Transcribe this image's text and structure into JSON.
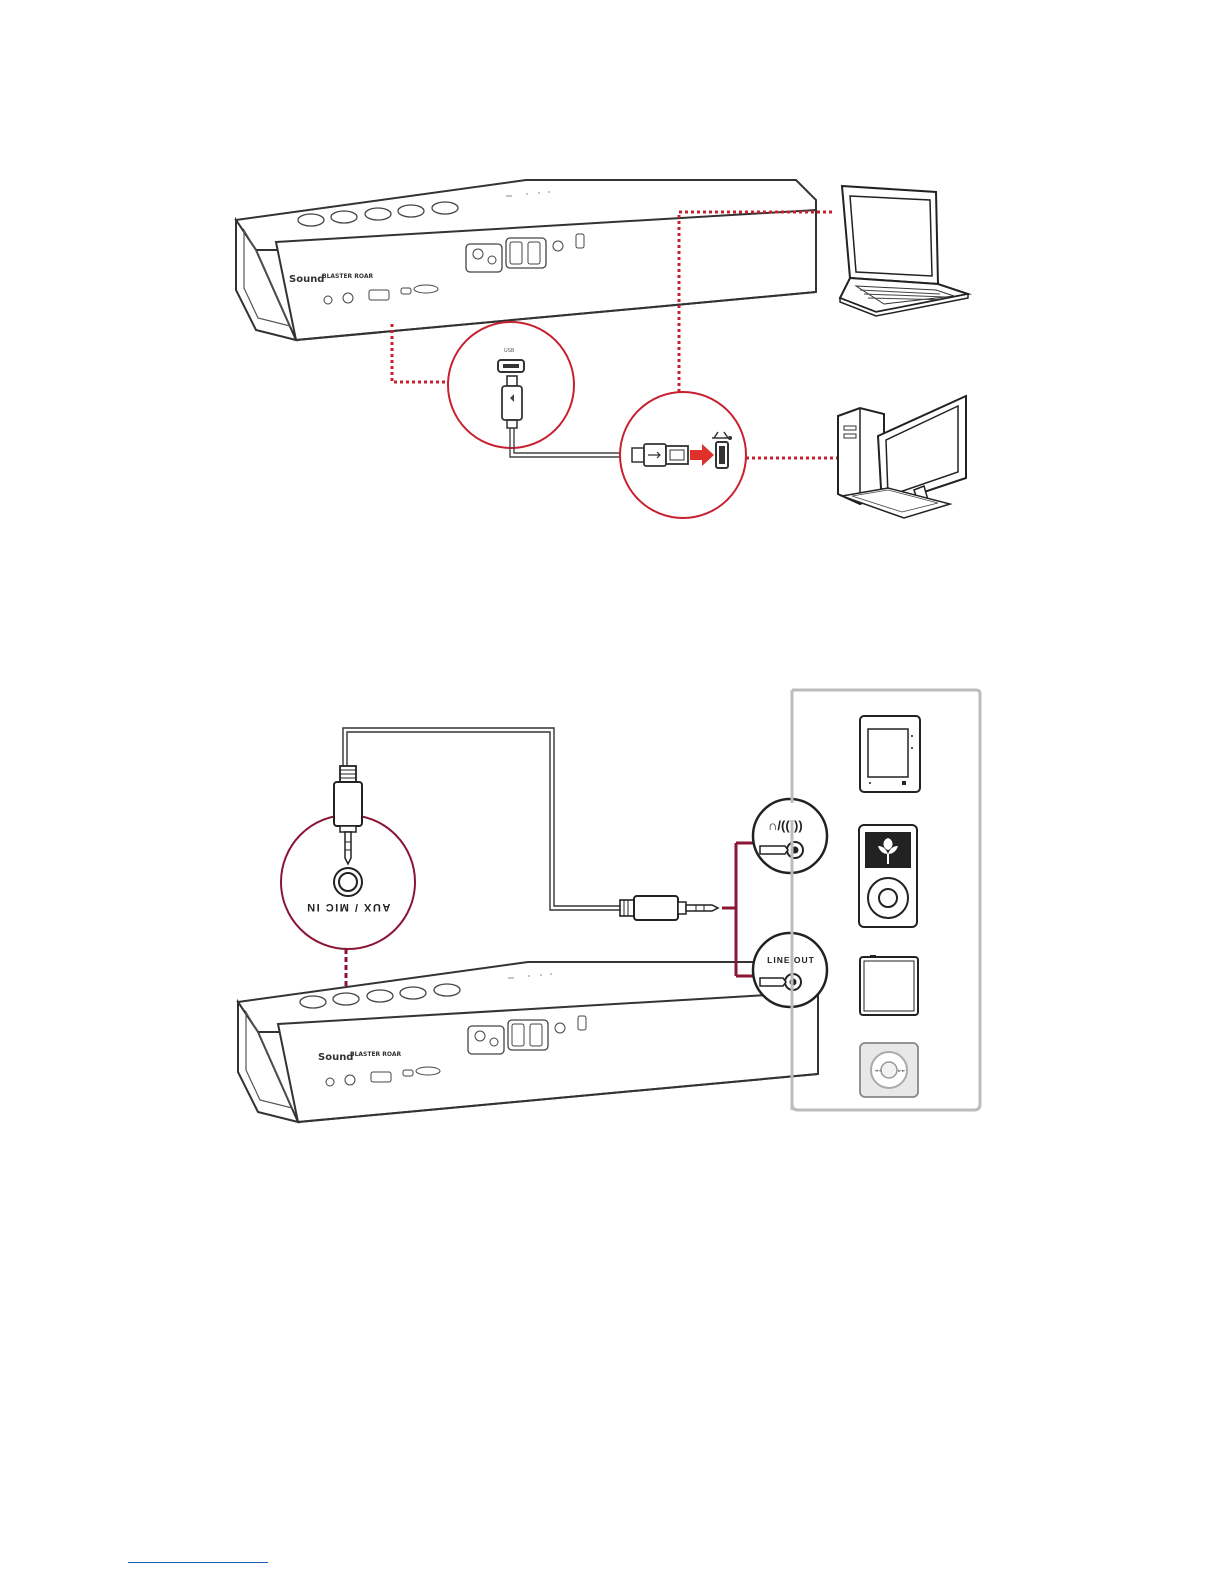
{
  "colors": {
    "accent_red": "#c8202f",
    "dark_red": "#8a1535",
    "line": "#333333",
    "panel_border": "#bcbcbc"
  },
  "diagram1": {
    "speaker": {
      "brand_main": "Sound",
      "brand_sub": "BLASTER ROAR"
    },
    "usb_callout": {
      "port_label": "USB",
      "icon": "micro-usb-port-icon"
    },
    "pc_callout": {
      "icon": "usb-symbol-icon"
    },
    "devices": [
      {
        "name": "laptop",
        "icon": "laptop-icon"
      },
      {
        "name": "desktop",
        "icon": "desktop-computer-icon"
      }
    ]
  },
  "diagram2": {
    "speaker": {
      "brand_main": "Sound",
      "brand_sub": "BLASTER ROAR"
    },
    "aux_callout": {
      "label": "AUX / MIC IN"
    },
    "headphone_callout": {
      "label": "∩/((·))",
      "icon": "headphone-speaker-icon"
    },
    "lineout_callout": {
      "label": "LINE OUT"
    },
    "devices": [
      {
        "name": "ebook-reader",
        "icon": "ebook-reader-icon"
      },
      {
        "name": "ipod-classic",
        "icon": "ipod-classic-icon"
      },
      {
        "name": "ipod-nano",
        "icon": "ipod-nano-icon"
      },
      {
        "name": "ipod-shuffle",
        "icon": "ipod-shuffle-icon"
      }
    ]
  },
  "footer": {
    "link_text": ""
  }
}
